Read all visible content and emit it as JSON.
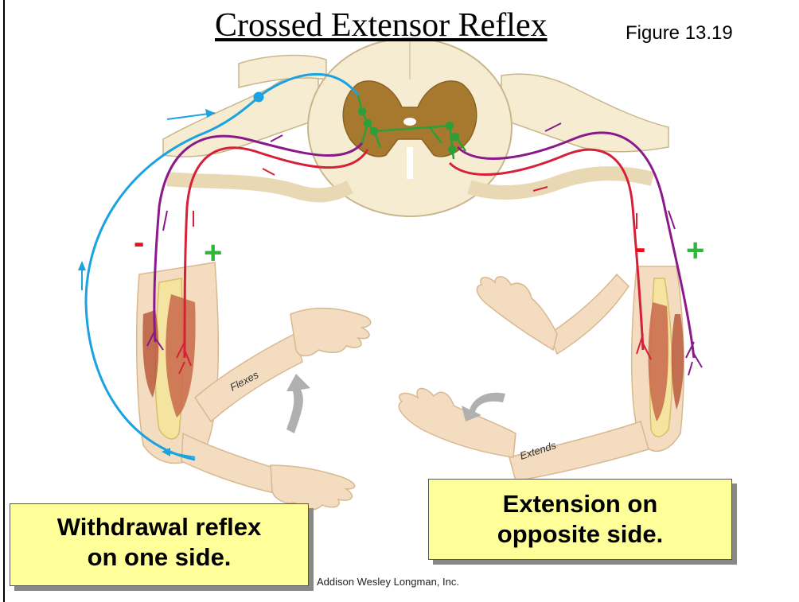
{
  "title": "Crossed Extensor Reflex",
  "figure_label": "Figure 13.19",
  "signs": {
    "left_minus": "-",
    "left_plus": "+",
    "right_minus": "-",
    "right_plus": "+"
  },
  "arm_labels": {
    "flexes": "Flexes",
    "extends": "Extends"
  },
  "callouts": {
    "left": [
      "Withdrawal reflex",
      "on one side."
    ],
    "right": [
      "Extension on",
      "opposite side."
    ]
  },
  "credit": "Addison Wesley Longman, Inc.",
  "colors": {
    "sensory_neuron": "#1aa3e0",
    "motor_neuron_red": "#d6203a",
    "motor_neuron_purple": "#8a1a8a",
    "interneuron": "#2e9e3a",
    "minus_sign": "#e8101a",
    "plus_sign": "#2db83a",
    "callout_bg": "#ffff99",
    "skin": "#f3dcc0",
    "gray_matter": "#a6792e"
  }
}
